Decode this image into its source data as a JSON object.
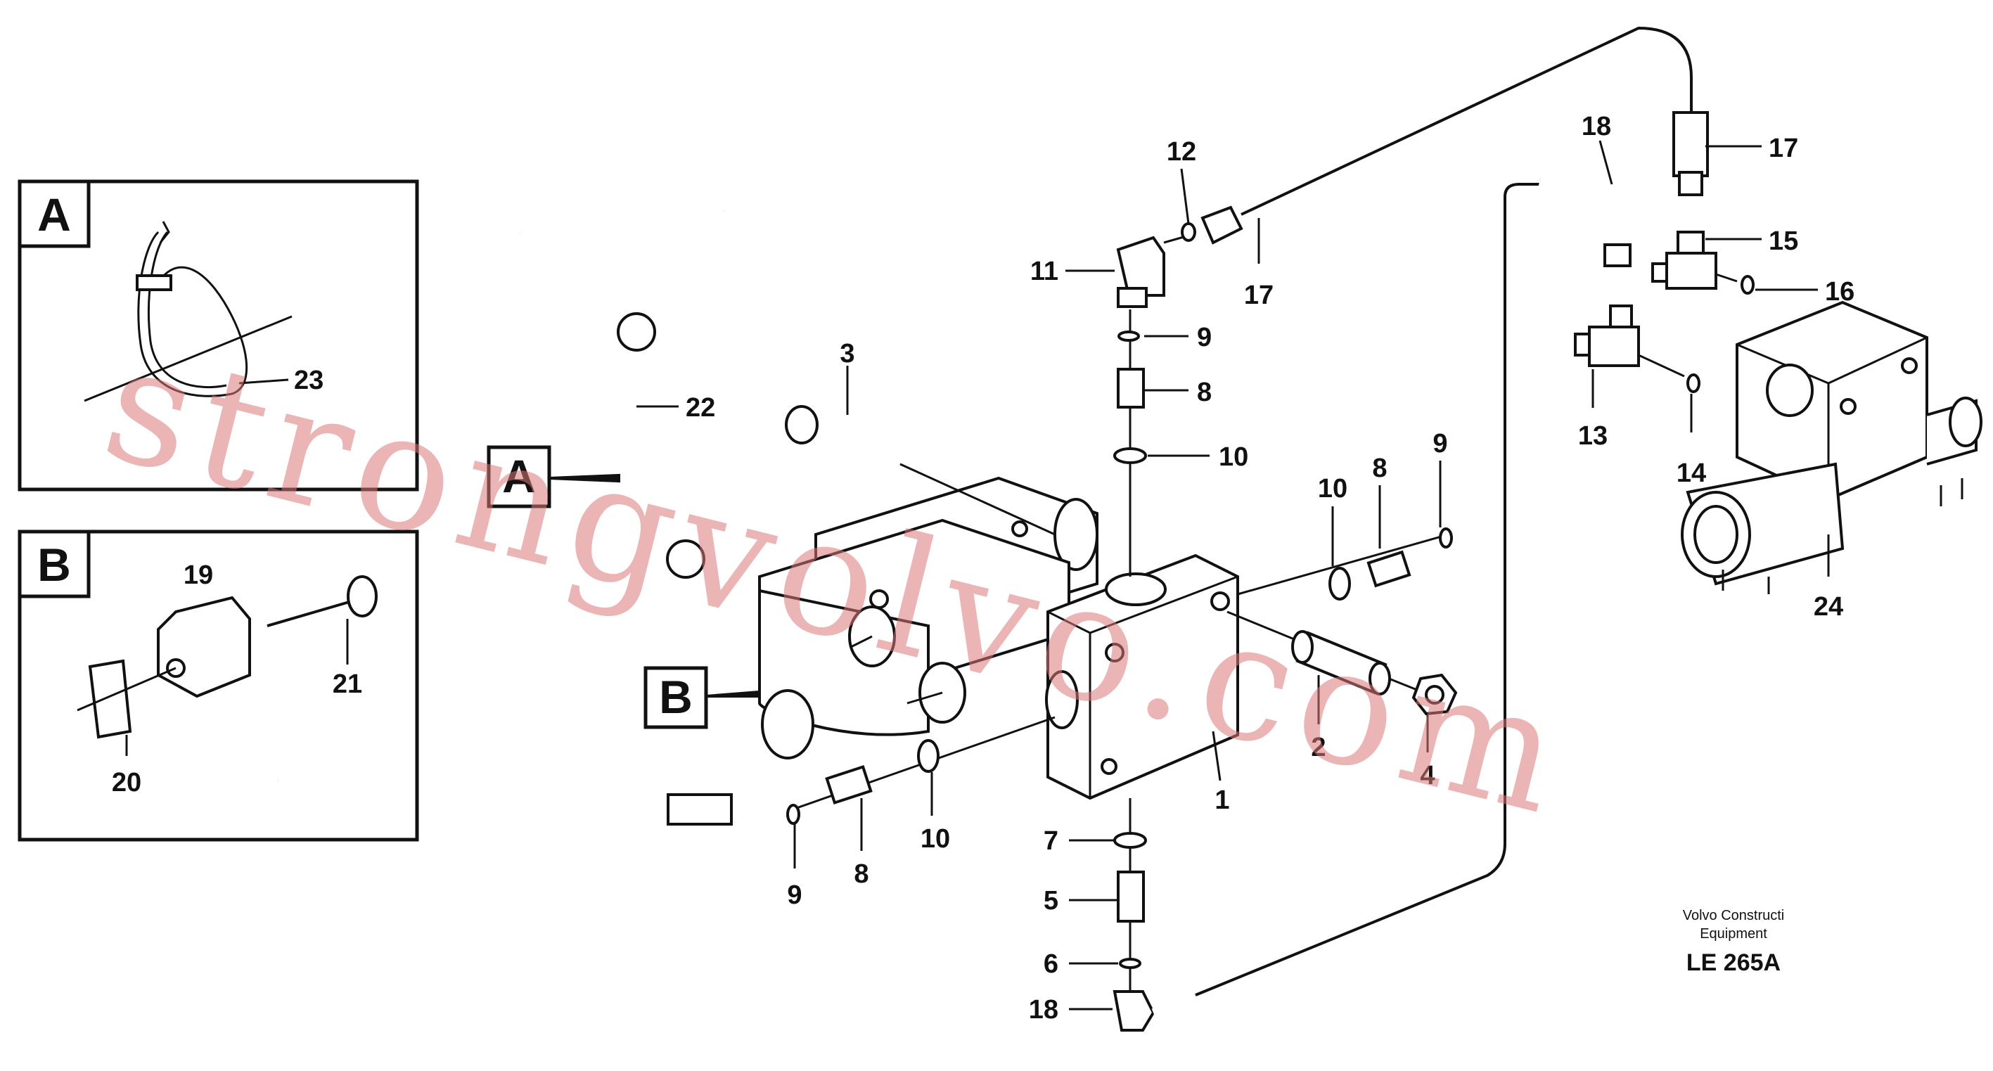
{
  "detail_a": {
    "letter": "A",
    "callout": "23"
  },
  "detail_b": {
    "letter": "B",
    "callouts": [
      "19",
      "21",
      "20"
    ]
  },
  "pointer_a": "A",
  "pointer_b": "B",
  "callouts": {
    "c1": "1",
    "c2": "2",
    "c3": "3",
    "c4": "4",
    "c5": "5",
    "c6": "6",
    "c7": "7",
    "c8a": "8",
    "c8b": "8",
    "c8c": "8",
    "c9a": "9",
    "c9b": "9",
    "c9c": "9",
    "c10a": "10",
    "c10b": "10",
    "c10c": "10",
    "c11": "11",
    "c12": "12",
    "c13": "13",
    "c14": "14",
    "c15": "15",
    "c16": "16",
    "c17a": "17",
    "c17b": "17",
    "c18a": "18",
    "c18b": "18",
    "c22": "22",
    "c24": "24"
  },
  "footer": {
    "maker_line1": "Volvo Constructi",
    "maker_line2": "Equipment",
    "doc_id": "LE 265A"
  },
  "watermark": "strongvolvo.com"
}
